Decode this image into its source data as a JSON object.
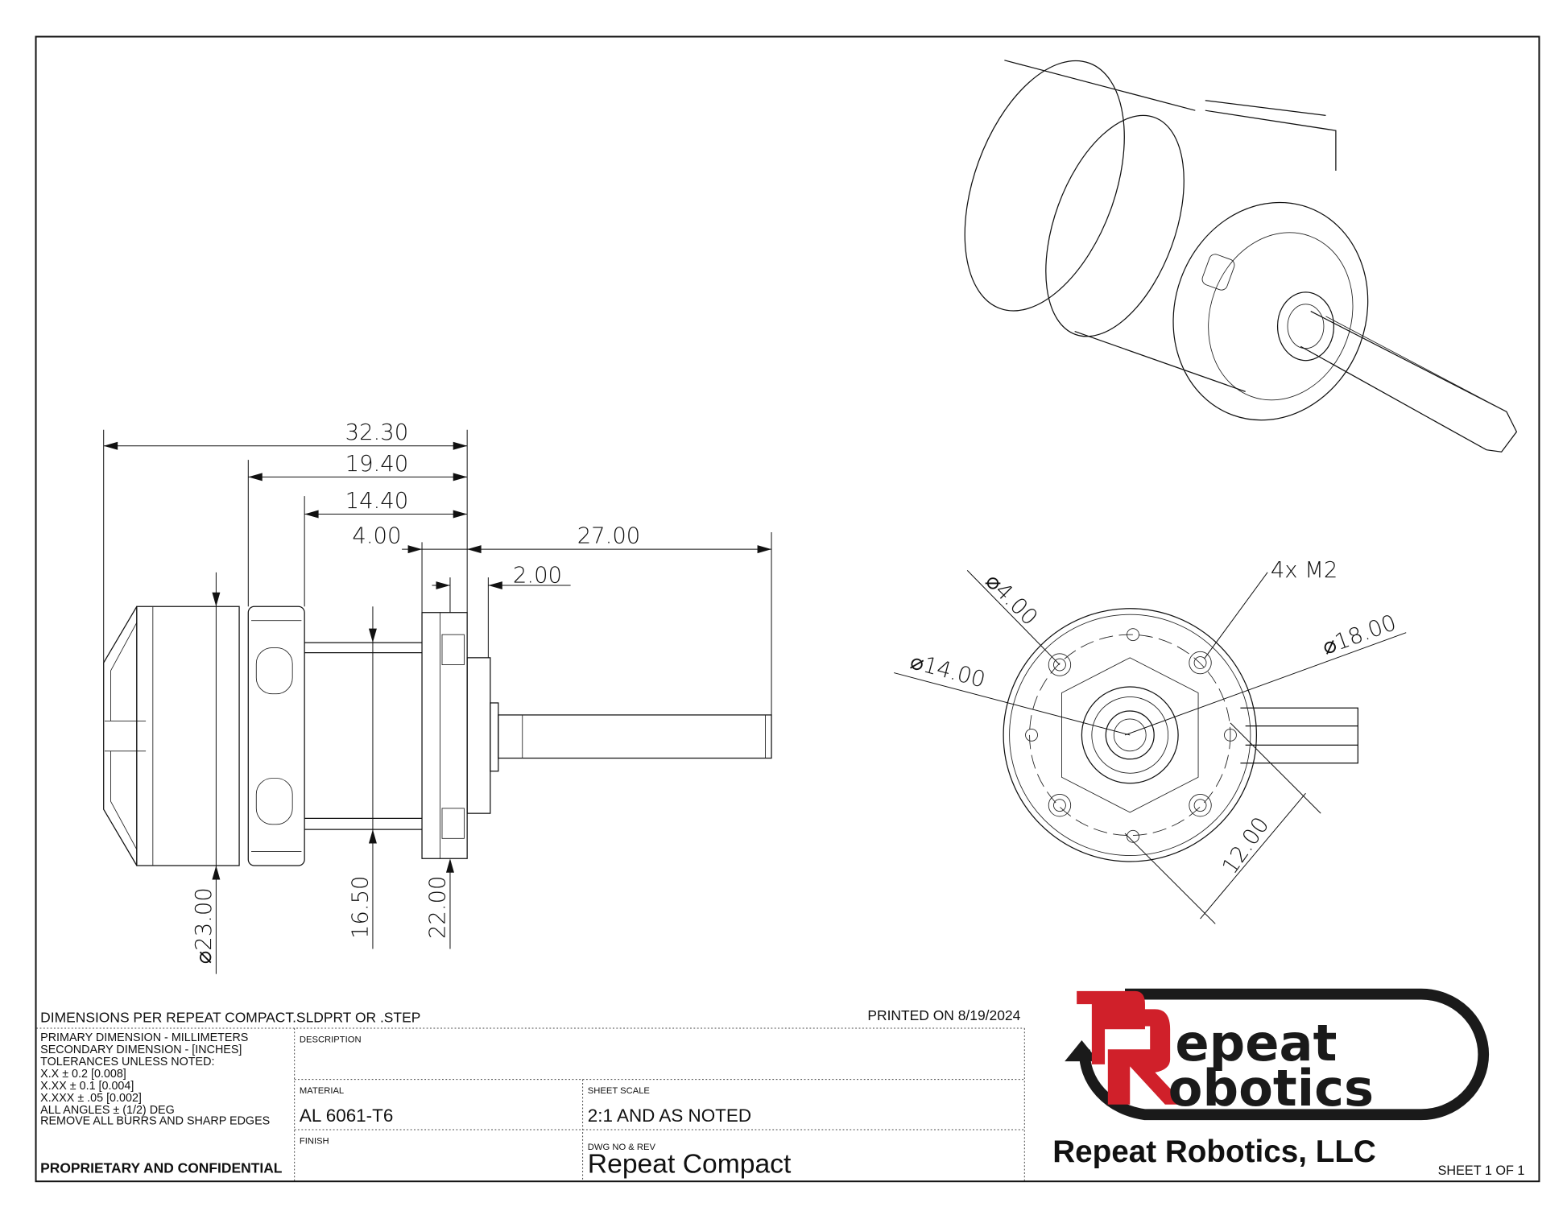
{
  "dimensions": {
    "overall_length": "32.30",
    "flange_to_ring": "19.40",
    "flange_to_gearbox": "14.40",
    "flange_thickness": "4.00",
    "shaft_length": "27.00",
    "boss_length": "2.00",
    "motor_diameter": "⌀23.00",
    "gearbox_height": "16.50",
    "flange_height": "22.00",
    "hole_diameter": "⌀4.00",
    "thread_callout": "4x M2",
    "bolt_circle": "⌀18.00",
    "pilot_diameter": "⌀14.00",
    "hole_spacing": "12.00"
  },
  "title_block": {
    "dimensions_note": "DIMENSIONS PER REPEAT COMPACT.SLDPRT OR .STEP",
    "printed_on": "PRINTED ON 8/19/2024",
    "tolerance_notes": [
      "PRIMARY DIMENSION - MILLIMETERS",
      "SECONDARY DIMENSION - [INCHES]",
      "TOLERANCES UNLESS NOTED:",
      "X.X ± 0.2 [0.008]",
      "X.XX ± 0.1 [0.004]",
      "X.XXX ± .05 [0.002]",
      "ALL ANGLES ± (1/2) DEG",
      "REMOVE ALL BURRS AND SHARP EDGES"
    ],
    "proprietary": "PROPRIETARY AND CONFIDENTIAL",
    "description_label": "DESCRIPTION",
    "material_label": "MATERIAL",
    "material_value": "AL 6061-T6",
    "sheet_scale_label": "SHEET SCALE",
    "sheet_scale_value": "2:1 AND AS NOTED",
    "finish_label": "FINISH",
    "dwg_label": "DWG  NO & REV",
    "dwg_value": "Repeat Compact",
    "company": "Repeat Robotics, LLC",
    "sheet": "SHEET 1 OF 1"
  },
  "logo": {
    "line1": "epeat",
    "line2": "obotics",
    "letter": "R",
    "red": "#d0202a",
    "black": "#1a1a1a"
  }
}
